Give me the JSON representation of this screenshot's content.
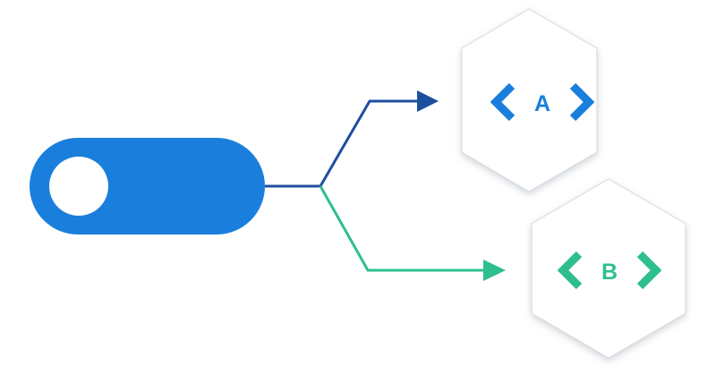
{
  "colors": {
    "toggle": "#1a7fdc",
    "toggle_knob": "#ffffff",
    "branch_a": "#1d4f9f",
    "branch_b": "#2fbf8e",
    "variant_a": "#1a7fdc",
    "variant_b": "#2fbf8e",
    "hexagon_fill": "#ffffff",
    "hexagon_shadow": "#d6d9de"
  },
  "toggle": {
    "state": "off",
    "icon": "toggle-switch-icon"
  },
  "branches": [
    {
      "name": "branch-a",
      "icon": "arrow-right-icon"
    },
    {
      "name": "branch-b",
      "icon": "arrow-right-icon"
    }
  ],
  "variants": [
    {
      "letter": "A",
      "icon": "code-brackets-icon"
    },
    {
      "letter": "B",
      "icon": "code-brackets-icon"
    }
  ]
}
